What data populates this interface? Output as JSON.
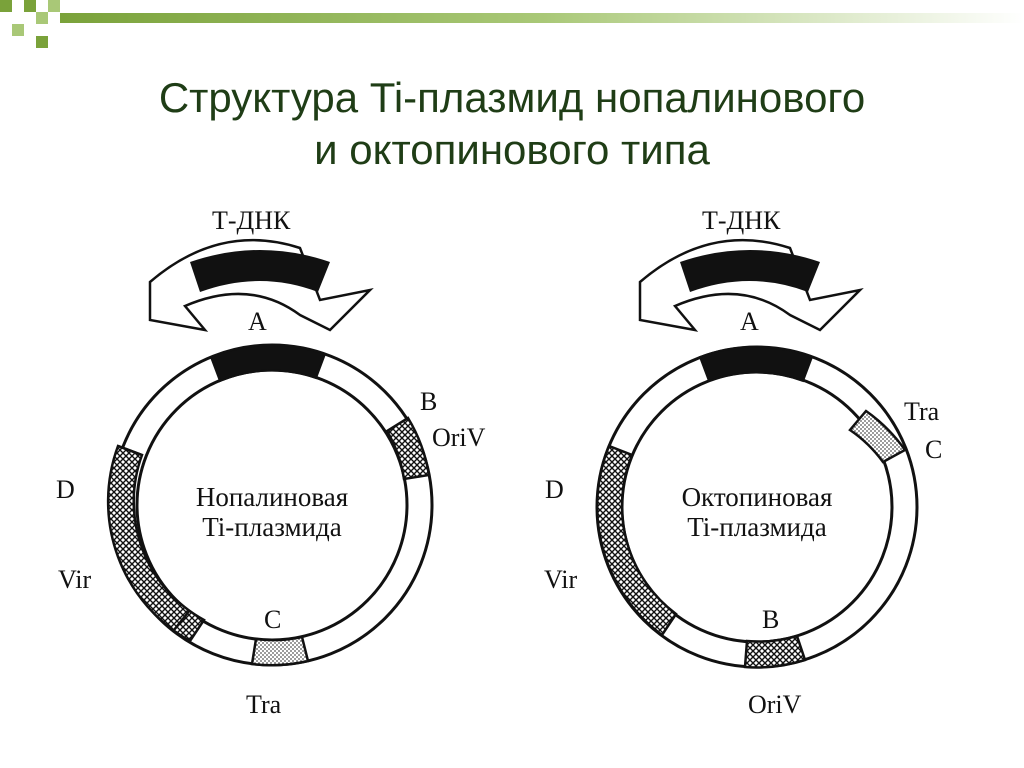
{
  "title": {
    "line1": "Структура Ti-плазмид нопалинового",
    "line2": "и октопинового типа"
  },
  "plasmids": [
    {
      "name_line1": "Нопалиновая",
      "name_line2": "Ti-плазмида",
      "tdna_label": "Т-ДНК",
      "labels": {
        "a": "A",
        "b": "B",
        "oriv": "OriV",
        "d": "D",
        "vir": "Vir",
        "c": "C",
        "tra": "Tra"
      }
    },
    {
      "name_line1": "Октопиновая",
      "name_line2": "Ti-плазмида",
      "tdna_label": "Т-ДНК",
      "labels": {
        "a": "A",
        "tra": "Tra",
        "c": "C",
        "d": "D",
        "vir": "Vir",
        "b": "B",
        "oriv": "OriV"
      }
    }
  ],
  "colors": {
    "title": "#1f3d16",
    "accent_green": "#8db84a",
    "ink": "#111111"
  }
}
